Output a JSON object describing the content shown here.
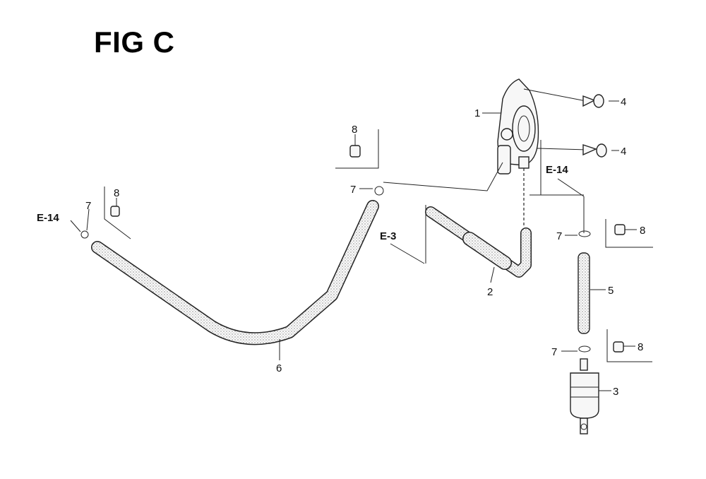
{
  "figure": {
    "title": "FIG C"
  },
  "callouts": {
    "fuel_cock": "1",
    "tube_short": "2",
    "fuel_filter": "3",
    "screw_top": "4",
    "screw_mid": "4",
    "tube_mid": "5",
    "tube_long": "6",
    "clip_a": "7",
    "clip_b": "7",
    "clip_c": "7",
    "clip_d": "7",
    "clamp_a": "8",
    "clamp_b": "8",
    "clamp_c": "8",
    "clamp_d": "8"
  },
  "references": {
    "e14_left": "E-14",
    "e14_right": "E-14",
    "e3": "E-3"
  }
}
